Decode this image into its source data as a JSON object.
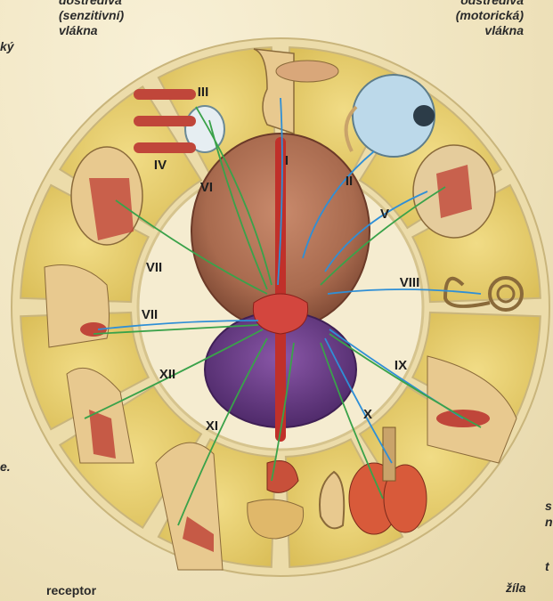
{
  "captions": {
    "sensory": [
      "dostředivá",
      "(senzitivní)",
      "vlákna"
    ],
    "motor": [
      "odstředivá",
      "(motorická)",
      "vlákna"
    ]
  },
  "edge_labels": {
    "left_top": "ký",
    "left_mid": "e.",
    "right_mid_1": "s",
    "right_mid_2": "n",
    "right_low": "t"
  },
  "bottom_labels": {
    "receptor": "receptor",
    "vein": "žíla"
  },
  "nerve_labels": [
    "I",
    "II",
    "III",
    "IV",
    "V",
    "VI",
    "VII",
    "VII",
    "VIII",
    "IX",
    "X",
    "XI",
    "XII"
  ],
  "colors": {
    "sensory_fiber": "#2f8fd6",
    "motor_fiber": "#3aa24a",
    "disc_frame": "#e9d9a6",
    "panel": "#e7cf72",
    "brain": "#b97a5e",
    "cerebellum": "#6d3d8c",
    "vessel": "#c0302a"
  }
}
